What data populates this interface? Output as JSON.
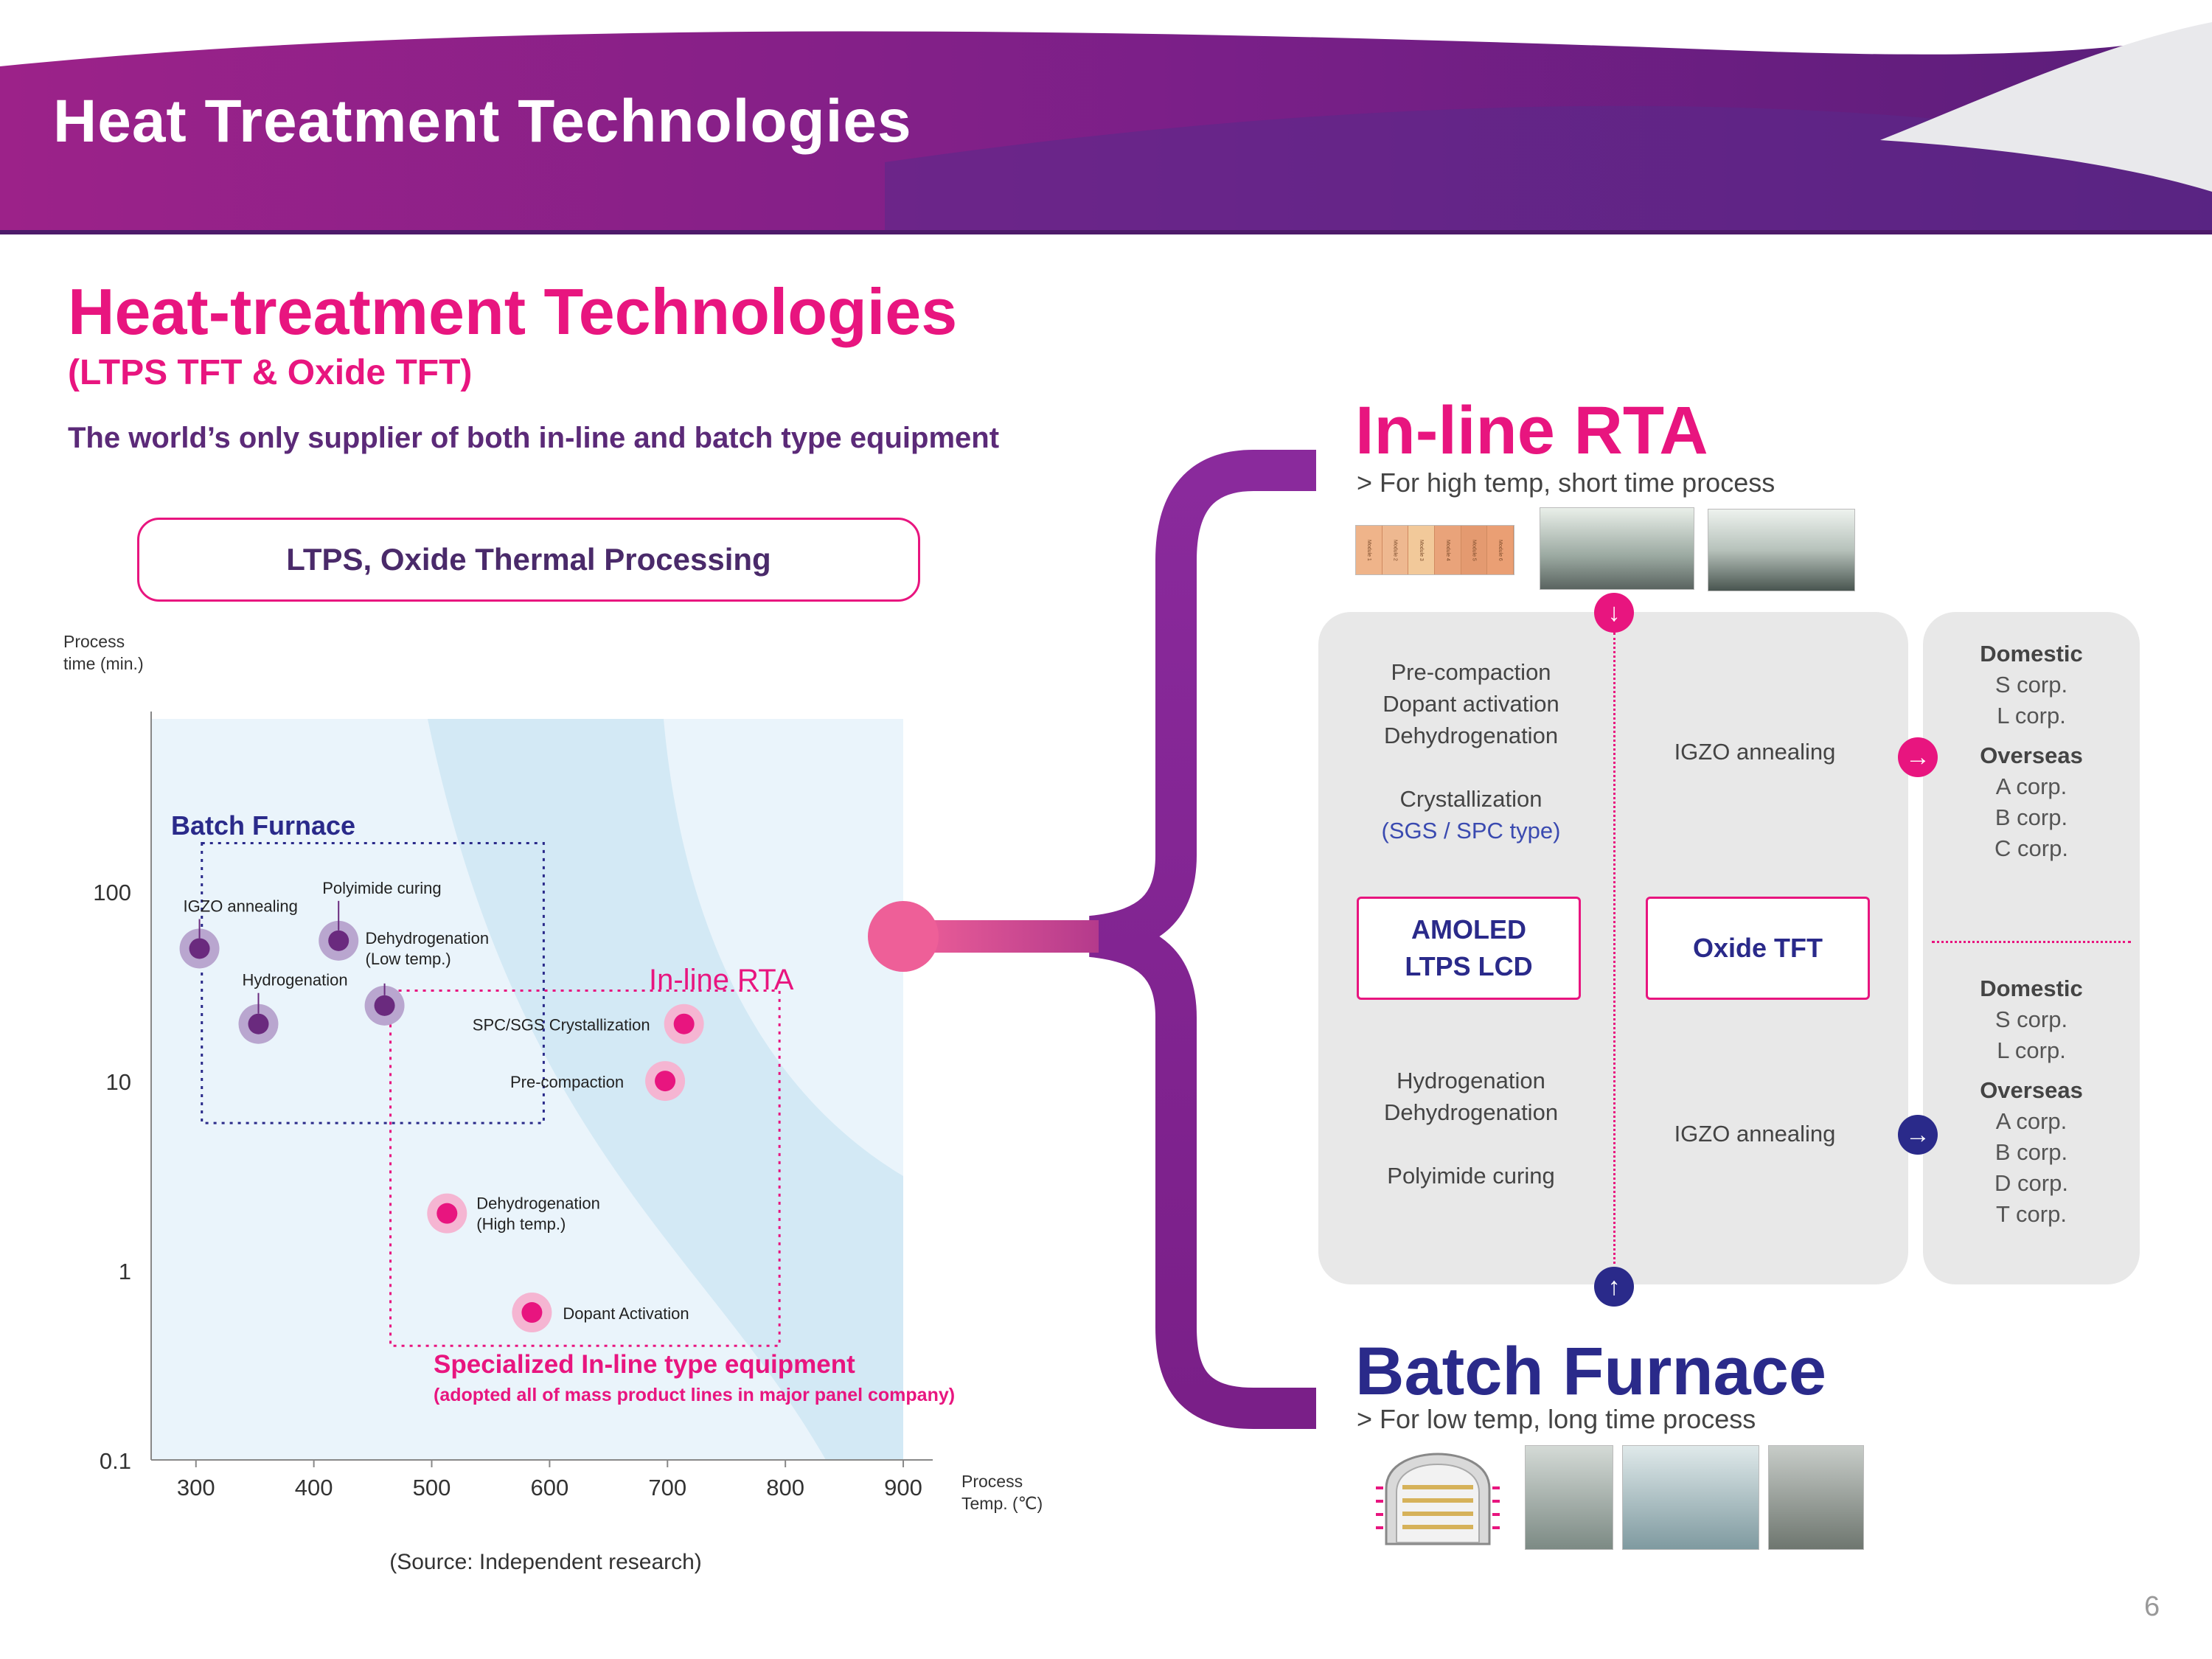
{
  "banner": {
    "title": "Heat Treatment Technologies"
  },
  "heading": {
    "title": "Heat-treatment Technologies",
    "subtitle": "(LTPS TFT & Oxide TFT)",
    "tagline": "The world’s only supplier of both in-line and batch type equipment"
  },
  "ltps_box": {
    "label": "LTPS, Oxide Thermal Processing"
  },
  "chart_data": {
    "type": "scatter",
    "ylabel": [
      "Process",
      "time (min.)"
    ],
    "xlabel": [
      "Process",
      "Temp. (℃)"
    ],
    "x_ticks": [
      "300",
      "400",
      "500",
      "600",
      "700",
      "800",
      "900"
    ],
    "y_ticks": [
      "100",
      "10",
      "1",
      "0.1"
    ],
    "xlim": [
      262,
      925
    ],
    "ylim_log10": [
      -1,
      2.95
    ],
    "y_scale": "log",
    "regions": [
      {
        "name": "Batch Furnace",
        "x": [
          305,
          595
        ],
        "y": [
          6,
          180
        ]
      },
      {
        "name": "In-line RTA",
        "x": [
          465,
          795
        ],
        "y": [
          0.4,
          30
        ]
      }
    ],
    "series": [
      {
        "name": "Batch Furnace",
        "color": "#6a2a7e",
        "halo": "#b9a6cf",
        "points": [
          {
            "label": "IGZO annealing",
            "x": 303,
            "y": 50
          },
          {
            "label": "Polyimide curing",
            "x": 421,
            "y": 55
          },
          {
            "label": "Hydrogenation",
            "x": 353,
            "y": 20
          },
          {
            "label": "Dehydrogenation",
            "label2": "(Low temp.)",
            "x": 460,
            "y": 25
          }
        ]
      },
      {
        "name": "In-line RTA",
        "color": "#e8157f",
        "halo": "#f5b5d2",
        "points": [
          {
            "label": "SPC/SGS Crystallization",
            "x": 714,
            "y": 20
          },
          {
            "label": "Pre-compaction",
            "x": 698,
            "y": 10
          },
          {
            "label": "Dehydrogenation",
            "label2": "(High temp.)",
            "x": 513,
            "y": 2
          },
          {
            "label": "Dopant Activation",
            "x": 585,
            "y": 0.6
          }
        ]
      }
    ],
    "annotation": {
      "line1": "Specialized In-line type equipment",
      "line2": "(adopted all of mass product lines in major panel company)"
    }
  },
  "source_note": "(Source: Independent research)",
  "inline_rta": {
    "title": "In-line RTA",
    "subtitle": "> For high temp, short time process"
  },
  "batch_furnace": {
    "title": "Batch Furnace",
    "subtitle": "> For low temp, long time process"
  },
  "panel": {
    "amoled_top": [
      "Pre-compaction",
      "Dopant activation",
      "Dehydrogenation"
    ],
    "amoled_top_2": "Crystallization",
    "amoled_top_3": "(SGS / SPC type)",
    "oxide_top": "IGZO annealing",
    "amoled_box": [
      "AMOLED",
      "LTPS LCD"
    ],
    "oxide_box": "Oxide TFT",
    "amoled_bot": [
      "Hydrogenation",
      "Dehydrogenation"
    ],
    "amoled_bot_2": "Polyimide curing",
    "oxide_bot": "IGZO annealing"
  },
  "customers_top": {
    "domestic": "Domestic",
    "domestic_list": [
      "S corp.",
      "L corp."
    ],
    "overseas": "Overseas",
    "overseas_list": [
      "A corp.",
      "B corp.",
      "C corp."
    ]
  },
  "customers_bottom": {
    "domestic": "Domestic",
    "domestic_list": [
      "S corp.",
      "L corp."
    ],
    "overseas": "Overseas",
    "overseas_list": [
      "A corp.",
      "B corp.",
      "D corp.",
      "T corp."
    ]
  },
  "furnace_labels": [
    "Module 1",
    "Module 2",
    "Module 3",
    "Module 4",
    "Module 5",
    "Module 6"
  ],
  "page_number": "6",
  "colors": {
    "magenta": "#e8157f",
    "purple": "#7d1f8a",
    "navy": "#2a2a8a"
  }
}
